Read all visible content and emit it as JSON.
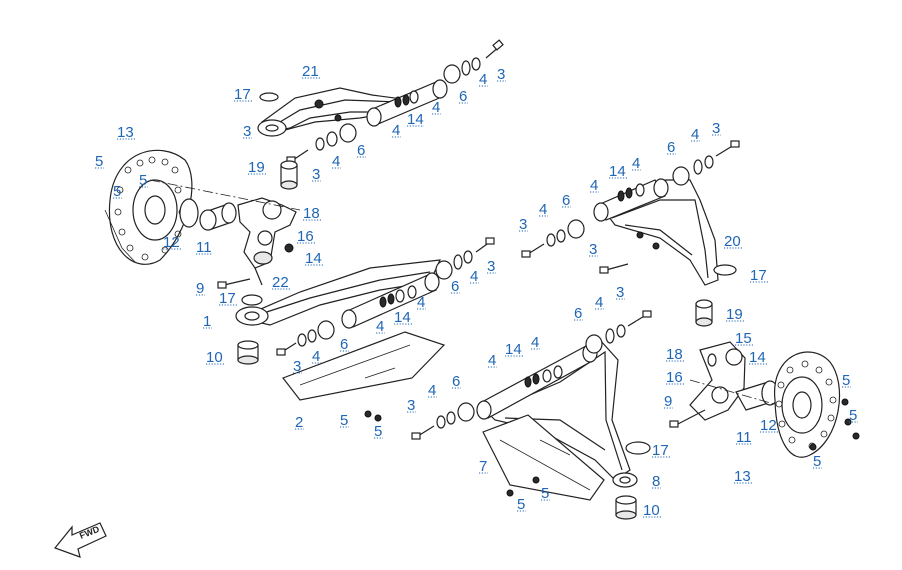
{
  "diagram": {
    "part_labels": [
      "1",
      "2",
      "3",
      "4",
      "5",
      "6",
      "7",
      "8",
      "9",
      "10",
      "11",
      "12",
      "13",
      "14",
      "15",
      "16",
      "17",
      "18",
      "19",
      "20",
      "21",
      "22"
    ],
    "fwd_label": "FWD"
  }
}
